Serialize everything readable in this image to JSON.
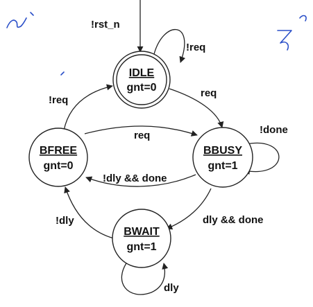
{
  "colors": {
    "background": "#ffffff",
    "ink": "#111111",
    "annotation": "#2a4fc8"
  },
  "states": {
    "idle": {
      "name": "IDLE",
      "output": "gnt=0"
    },
    "bbusy": {
      "name": "BBUSY",
      "output": "gnt=1"
    },
    "bfree": {
      "name": "BFREE",
      "output": "gnt=0"
    },
    "bwait": {
      "name": "BWAIT",
      "output": "gnt=1"
    }
  },
  "transitions": {
    "reset": "!rst_n",
    "idle_self": "!req",
    "idle_to_bbusy": "req",
    "bfree_to_idle": "!req",
    "bfree_to_bbusy": "req",
    "bbusy_self": "!done",
    "bbusy_to_bfree": "!dly && done",
    "bbusy_to_bwait": "dly && done",
    "bwait_to_bfree": "!dly",
    "bwait_self": "dly"
  }
}
